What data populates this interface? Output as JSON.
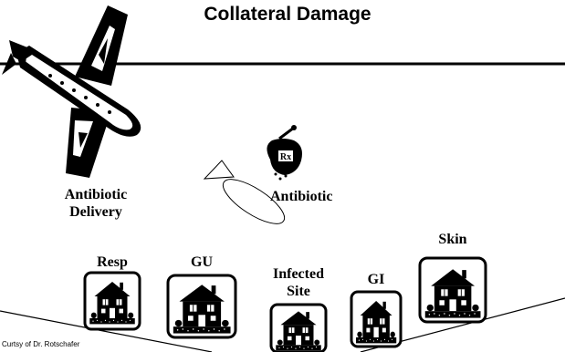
{
  "slide": {
    "title": "Collateral Damage",
    "credit": "Curtsy of Dr. Rotschafer"
  },
  "labels": {
    "antibiotic_delivery_line1": "Antibiotic",
    "antibiotic_delivery_line2": "Delivery",
    "antibiotic": "Antibiotic",
    "rx_symbol": "Rx"
  },
  "houses": {
    "resp": "Resp",
    "gu": "GU",
    "infected_line1": "Infected",
    "infected_line2": "Site",
    "gi": "GI",
    "skin": "Skin"
  }
}
